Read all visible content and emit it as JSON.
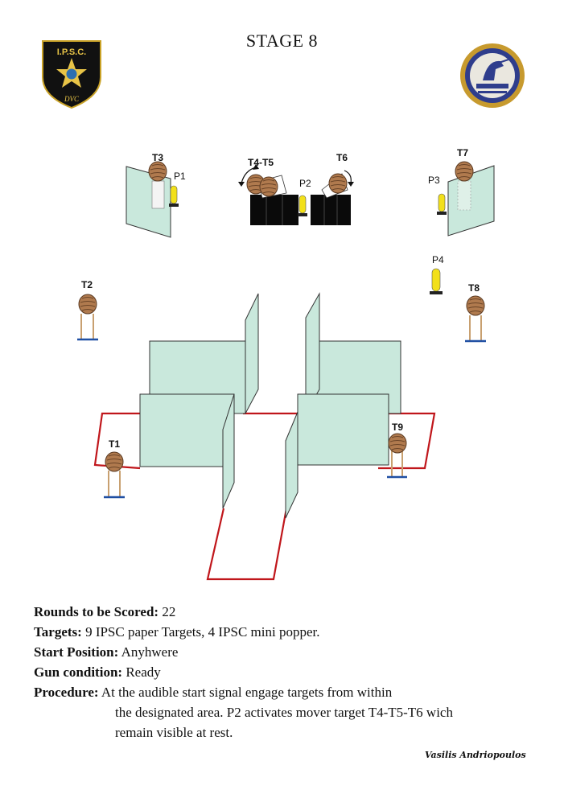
{
  "title": "STAGE 8",
  "logos": {
    "ipsc_text": "I.P.S.C.",
    "ipsc_monogram": "DVC"
  },
  "targets": {
    "t1": "T1",
    "t2": "T2",
    "t3": "T3",
    "t4_t5": "T4-T5",
    "t6": "T6",
    "t7": "T7",
    "t8": "T8",
    "t9": "T9"
  },
  "poppers": {
    "p1": "P1",
    "p2": "P2",
    "p3": "P3",
    "p4": "P4"
  },
  "colors": {
    "wall_fill": "#c9e8dc",
    "wall_stroke": "#333333",
    "fault_line": "#c0161b",
    "popper": "#f2e01a",
    "target_body": "#b07a4e",
    "stand_leg": "#c8a070",
    "stand_base": "#1f4fa3"
  },
  "info": {
    "rounds_label": "Rounds to be Scored:",
    "rounds_value": " 22",
    "targets_label": "Targets:",
    "targets_value": " 9 IPSC paper Targets, 4 IPSC mini popper.",
    "start_label": "Start Position:",
    "start_value": " Anyhwere",
    "gun_label": "Gun condition:",
    "gun_value": " Ready",
    "procedure_label": "Procedure:",
    "procedure_line1": " At the audible start signal engage targets from within",
    "procedure_line2": "the designated area. P2 activates mover target T4-T5-T6 wich",
    "procedure_line3": "remain visible at rest."
  },
  "signature": "Vasilis Andriopoulos"
}
